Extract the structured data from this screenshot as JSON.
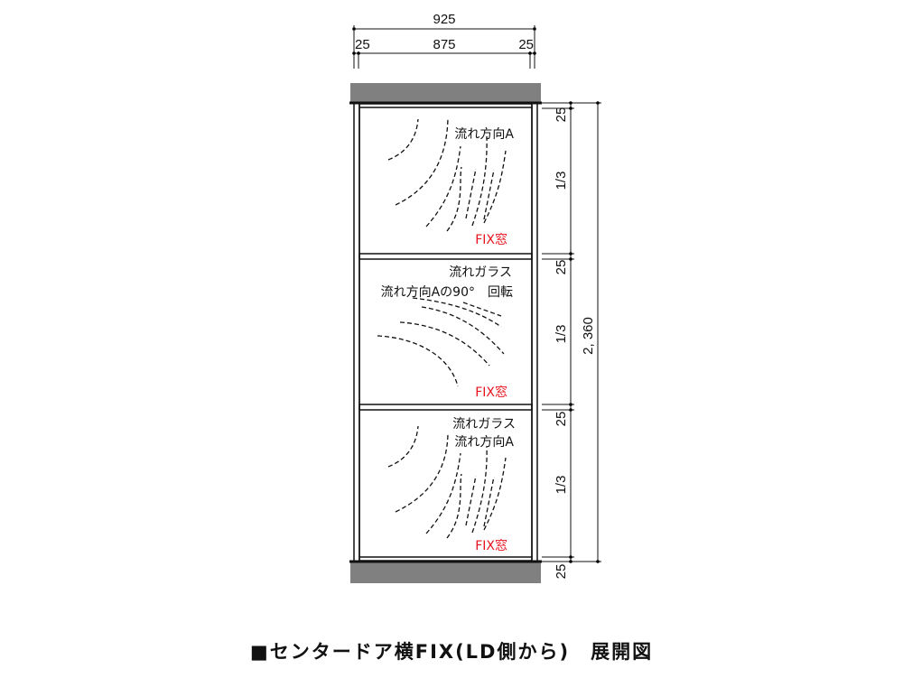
{
  "dimensions": {
    "overall_width": "925",
    "left_margin": "25",
    "inner_width": "875",
    "right_margin": "25",
    "overall_height": "2, 360",
    "segments": [
      "25",
      "1/3",
      "25",
      "1/3",
      "25",
      "1/3",
      "25"
    ]
  },
  "panels": [
    {
      "labels": [
        "流れ方向A"
      ],
      "type_label": "FIX窓"
    },
    {
      "labels": [
        "流れガラス",
        "流れ方向Aの90°　回転"
      ],
      "type_label": "FIX窓"
    },
    {
      "labels": [
        "流れガラス",
        "流れ方向A"
      ],
      "type_label": "FIX窓"
    }
  ],
  "title": "■センタードア横FIX(LD側から)　展開図",
  "colors": {
    "frame": "#111111",
    "floor_ceiling": "#808080",
    "fix_label": "#e8141e"
  }
}
